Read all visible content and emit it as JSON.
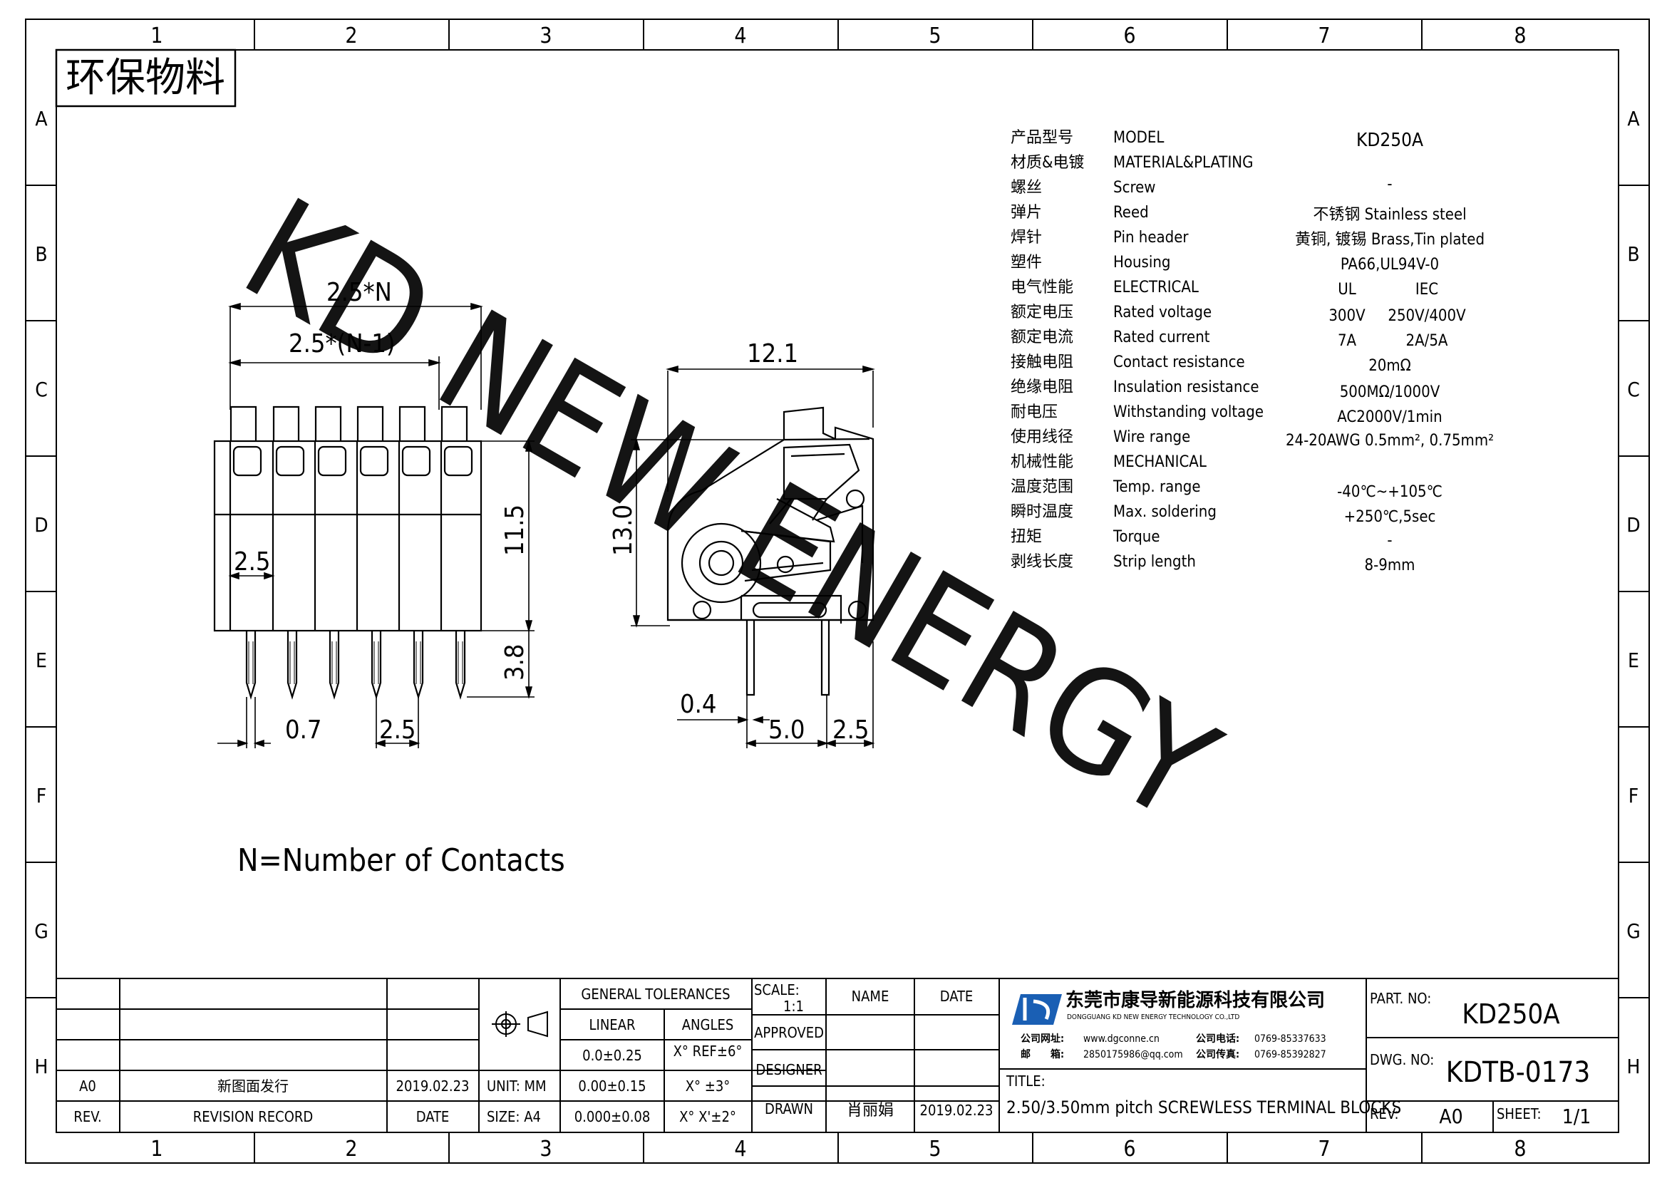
{
  "frame": {
    "col_labels": [
      "1",
      "2",
      "3",
      "4",
      "5",
      "6",
      "7",
      "8"
    ],
    "row_labels": [
      "A",
      "B",
      "C",
      "D",
      "E",
      "F",
      "G",
      "H"
    ]
  },
  "eco_label": "环保物料",
  "watermark": "KD NEW ENERGY",
  "front_view": {
    "dim_pitch_n": "2.5*N",
    "dim_pitch_n1": "2.5*(N-1)",
    "dim_left_pitch": "2.5",
    "dim_height": "11.5",
    "dim_pin_length": "3.8",
    "dim_pin_width": "0.7",
    "dim_pin_pitch": "2.5",
    "contacts_note": "N=Number of Contacts"
  },
  "side_view": {
    "dim_depth": "12.1",
    "dim_height": "13.0",
    "dim_pin_thickness": "0.4",
    "dim_pin_spacing": "5.0",
    "dim_pin_offset": "2.5"
  },
  "spec_table": [
    {
      "cn": "产品型号",
      "en": "MODEL",
      "v1": "KD250A",
      "v2": ""
    },
    {
      "cn": "材质&电镀",
      "en": "MATERIAL&PLATING",
      "v1": "",
      "v2": ""
    },
    {
      "cn": "螺丝",
      "en": "Screw",
      "v1": "-",
      "v2": ""
    },
    {
      "cn": "弹片",
      "en": "Reed",
      "v1": "不锈钢 Stainless steel",
      "v2": ""
    },
    {
      "cn": "焊针",
      "en": "Pin header",
      "v1": "黄铜, 镀锡 Brass,Tin plated",
      "v2": ""
    },
    {
      "cn": "塑件",
      "en": "Housing",
      "v1": "PA66,UL94V-0",
      "v2": ""
    },
    {
      "cn": "电气性能",
      "en": "ELECTRICAL",
      "v1": "UL",
      "v2": "IEC"
    },
    {
      "cn": "额定电压",
      "en": "Rated voltage",
      "v1": "300V",
      "v2": "250V/400V"
    },
    {
      "cn": "额定电流",
      "en": "Rated current",
      "v1": "7A",
      "v2": "2A/5A"
    },
    {
      "cn": "接触电阻",
      "en": "Contact resistance",
      "v1": "20mΩ",
      "v2": ""
    },
    {
      "cn": "绝缘电阻",
      "en": "Insulation resistance",
      "v1": "500MΩ/1000V",
      "v2": ""
    },
    {
      "cn": "耐电压",
      "en": "Withstanding voltage",
      "v1": "AC2000V/1min",
      "v2": ""
    },
    {
      "cn": "使用线径",
      "en": "Wire range",
      "v1": "24-20AWG 0.5mm², 0.75mm²",
      "v2": ""
    },
    {
      "cn": "机械性能",
      "en": "MECHANICAL",
      "v1": "",
      "v2": ""
    },
    {
      "cn": "温度范围",
      "en": "Temp. range",
      "v1": "-40℃~+105℃",
      "v2": ""
    },
    {
      "cn": "瞬时温度",
      "en": "Max. soldering",
      "v1": "+250℃,5sec",
      "v2": ""
    },
    {
      "cn": "扭矩",
      "en": "Torque",
      "v1": "-",
      "v2": ""
    },
    {
      "cn": "剥线长度",
      "en": "Strip length",
      "v1": "8-9mm",
      "v2": ""
    }
  ],
  "title_block": {
    "rev_row_rev": "A0",
    "rev_row_record": "新图面发行",
    "rev_row_date": "2019.02.23",
    "hdr_rev": "REV.",
    "hdr_record": "REVISION RECORD",
    "hdr_date": "DATE",
    "general_tolerances": "GENERAL TOLERANCES",
    "linear": "LINEAR",
    "angles": "ANGLES",
    "tol_1": "0.0±0.25",
    "tol_2": "0.00±0.15",
    "tol_3": "0.000±0.08",
    "ang_1": "X° REF±6°",
    "ang_2": "X° ±3°",
    "ang_3": "X° X'±2°",
    "unit": "UNIT: MM",
    "size": "SIZE: A4",
    "scale_label": "SCALE:",
    "scale_value": "1:1",
    "name_hdr": "NAME",
    "date_hdr": "DATE",
    "approved": "APPROVED",
    "designer": "DESIGNER",
    "drawn": "DRAWN",
    "drawn_name": "肖丽娟",
    "drawn_date": "2019.02.23",
    "company_cn": "东莞市康导新能源科技有限公司",
    "company_en": "DONGGUANG KD NEW ENERGY TECHNOLOGY CO.,LTD",
    "web_label": "公司网址:",
    "web": "www.dgconne.cn",
    "phone_label": "公司电话:",
    "phone": "0769-85337633",
    "mail_label": "邮　　箱:",
    "mail": "2850175986@qq.com",
    "fax_label": "公司传真:",
    "fax": "0769-85392827",
    "title_label": "TITLE:",
    "title": "2.50/3.50mm pitch SCREWLESS TERMINAL BLOCKS",
    "part_no_label": "PART. NO:",
    "part_no": "KD250A",
    "dwg_no_label": "DWG. NO:",
    "dwg_no": "KDTB-0173",
    "rev_label": "REV:",
    "rev": "A0",
    "sheet_label": "SHEET:",
    "sheet": "1/1"
  },
  "colors": {
    "watermark": "#3ef0f0",
    "logo_blue": "#1a5fb4",
    "ink": "#000000"
  }
}
